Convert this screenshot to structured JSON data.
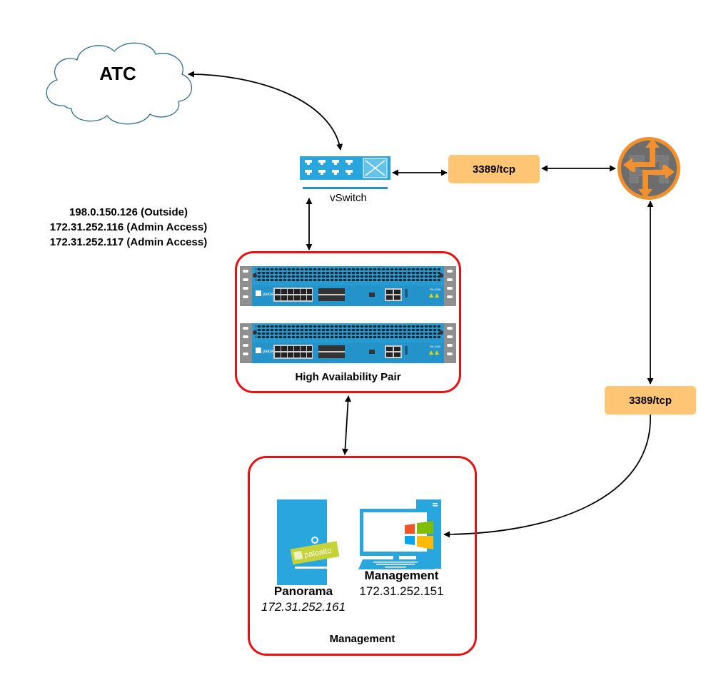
{
  "diagram": {
    "title": "Network diagram - HA pair with management",
    "nodes": {
      "atc": {
        "label": "ATC",
        "icon": "cloud-icon"
      },
      "vswitch": {
        "label": "vSwitch",
        "icon": "switch-icon"
      },
      "router": {
        "label": "",
        "icon": "router-icon"
      },
      "ha_pair": {
        "label": "High Availability Pair",
        "device_model": "PA-3250",
        "device_brand": "paloalto",
        "device_count": 2
      },
      "management_group": {
        "label": "Management"
      },
      "panorama": {
        "label": "Panorama",
        "ip": "172.31.252.161",
        "brand": "paloalto"
      },
      "management_pc": {
        "label": "Management",
        "ip": "172.31.252.151",
        "os_icon": "windows-logo-icon"
      }
    },
    "ip_annotations": [
      "198.0.150.126 (Outside)",
      "172.31.252.116 (Admin Access)",
      "172.31.252.117 (Admin Access)"
    ],
    "port_badges": [
      {
        "label": "3389/tcp"
      },
      {
        "label": "3389/tcp"
      }
    ],
    "edges": [
      {
        "from": "atc",
        "to": "vswitch",
        "direction": "both"
      },
      {
        "from": "vswitch",
        "to": "port_badge_1",
        "direction": "both"
      },
      {
        "from": "port_badge_1",
        "to": "router",
        "direction": "both"
      },
      {
        "from": "vswitch",
        "to": "ha_pair",
        "direction": "both"
      },
      {
        "from": "ha_pair",
        "to": "management_group",
        "direction": "both"
      },
      {
        "from": "router",
        "to": "port_badge_2",
        "direction": "both"
      },
      {
        "from": "port_badge_2",
        "to": "management_pc",
        "direction": "forward"
      }
    ],
    "colors": {
      "group_border": "#e81010",
      "badge_fill": "#fec574",
      "device_blue": "#2aa6df",
      "router_orange": "#f0902f",
      "router_gray": "#6d6d6d",
      "cloud_stroke": "#2f6f8f",
      "paloalto_green": "#c4d338"
    }
  }
}
